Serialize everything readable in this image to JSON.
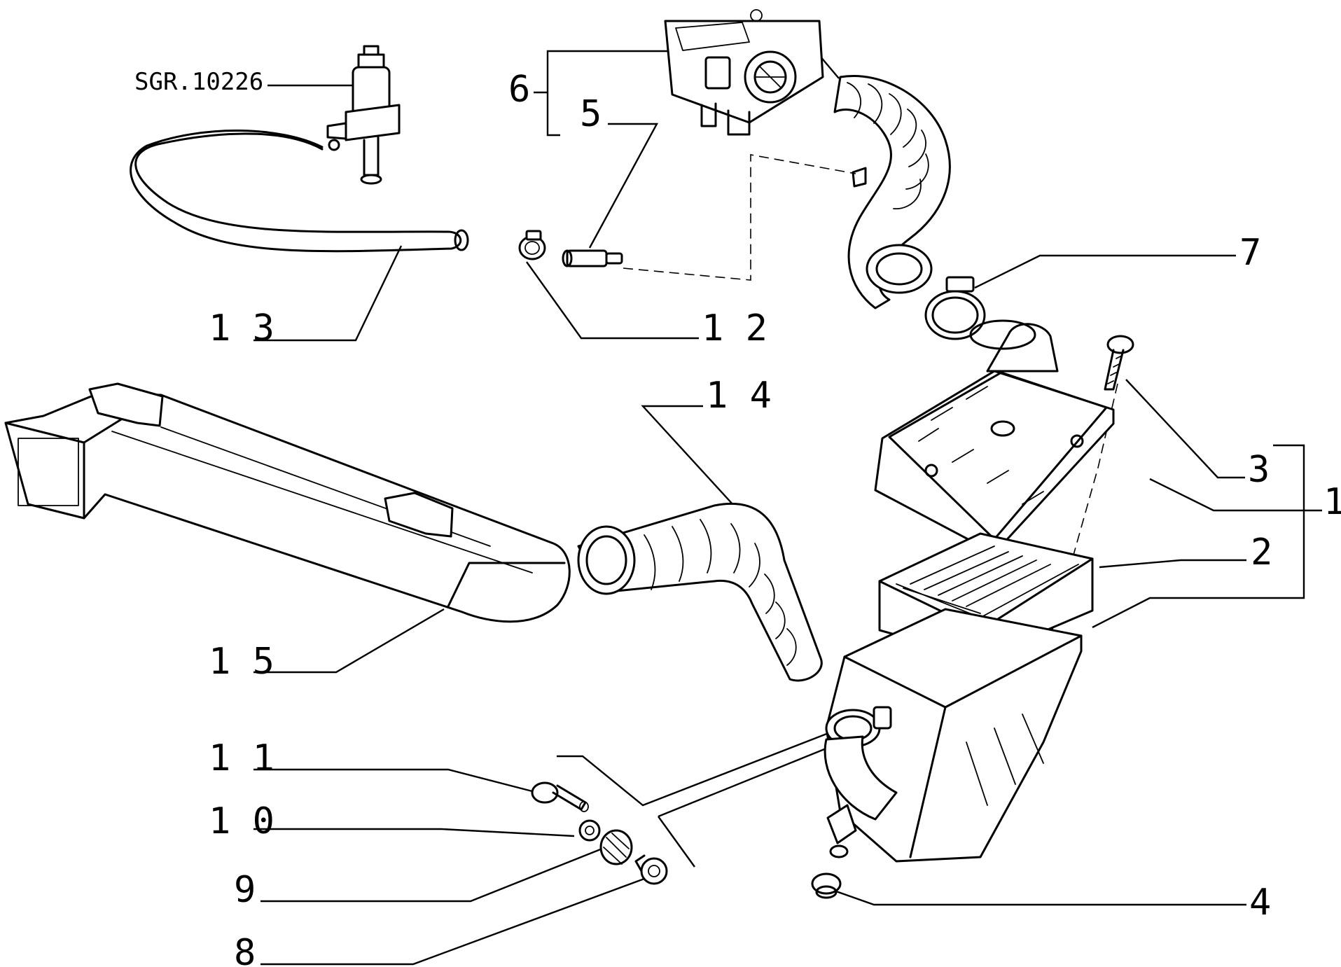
{
  "diagram": {
    "reference_code": "SGR.10226",
    "callouts": {
      "c1": "1",
      "c2": "2",
      "c3": "3",
      "c4": "4",
      "c5": "5",
      "c6": "6",
      "c7": "7",
      "c8": "8",
      "c9": "9",
      "c10": "1 0",
      "c11": "1 1",
      "c12": "1 2",
      "c13": "1 3",
      "c14": "1 4",
      "c15": "1 5"
    }
  }
}
